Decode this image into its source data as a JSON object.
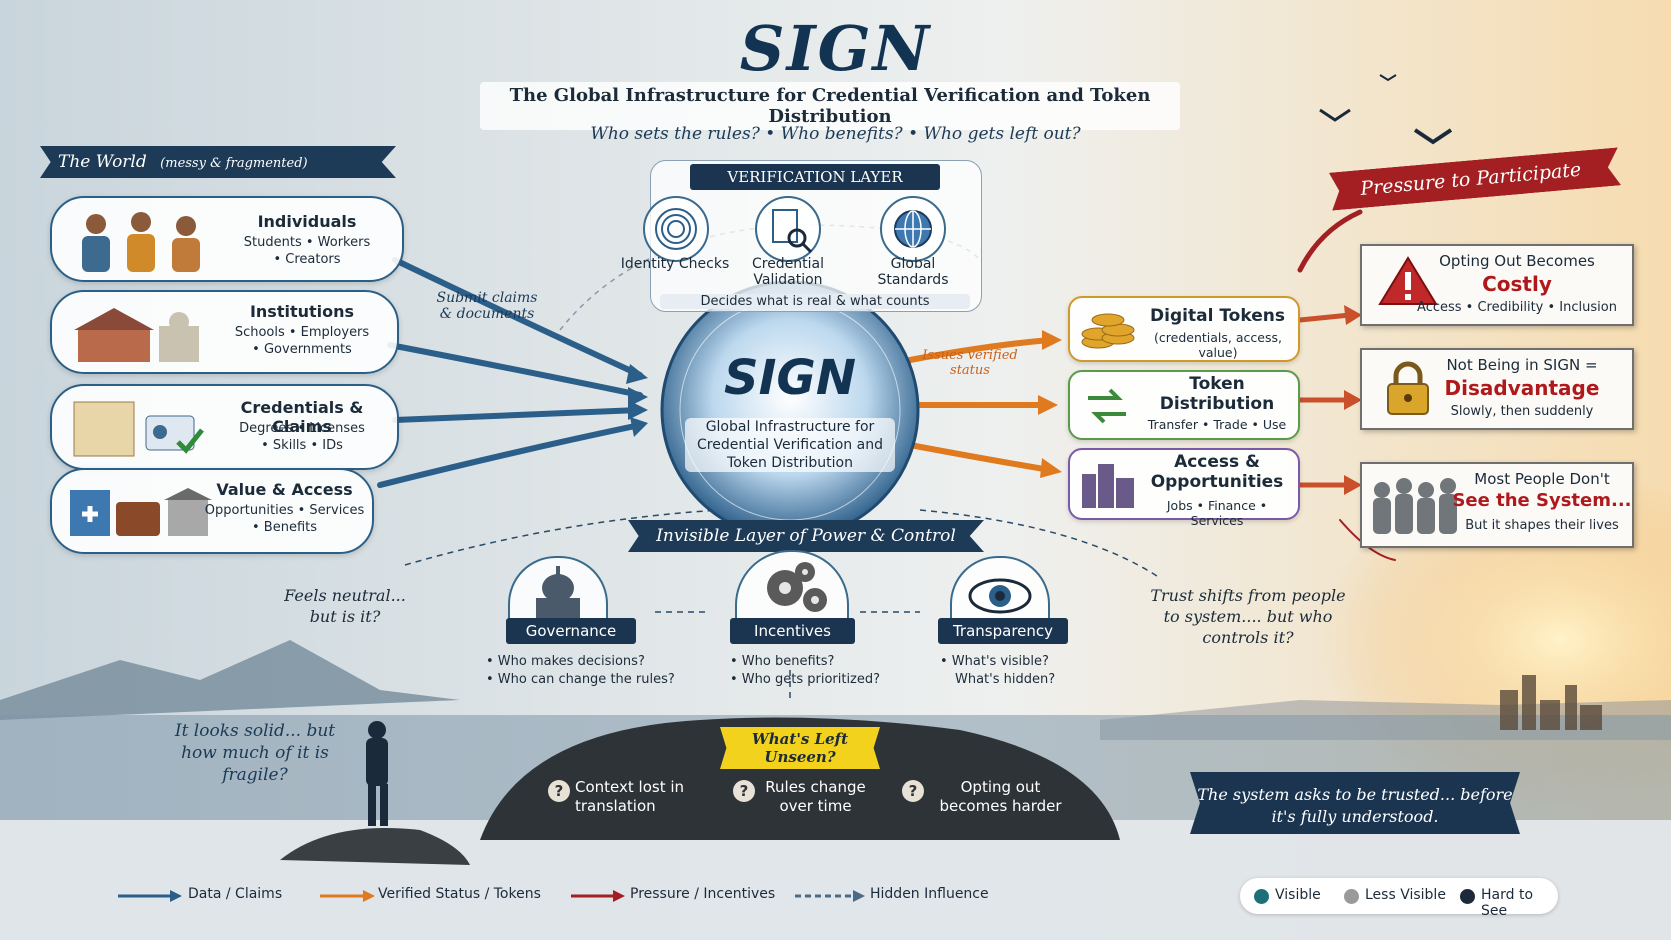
{
  "title": "SIGN",
  "subtitle": "The Global Infrastructure for Credential Verification and Token Distribution",
  "questions": "Who sets the rules? • Who benefits? • Who gets left out?",
  "world": {
    "label": "The World",
    "note": "(messy & fragmented)",
    "cards": [
      {
        "title": "Individuals",
        "lines": [
          "Students • Workers",
          "• Creators"
        ]
      },
      {
        "title": "Institutions",
        "lines": [
          "Schools • Employers",
          "• Governments"
        ]
      },
      {
        "title": "Credentials & Claims",
        "lines": [
          "Degrees • Licenses",
          "• Skills • IDs"
        ]
      },
      {
        "title": "Value & Access",
        "lines": [
          "Opportunities • Services",
          "• Benefits"
        ]
      }
    ]
  },
  "submit_note": "Submit claims & documents",
  "verification": {
    "label": "VERIFICATION LAYER",
    "items": [
      {
        "label": "Identity Checks"
      },
      {
        "label": "Credential Validation"
      },
      {
        "label": "Global Standards"
      }
    ],
    "caption": "Decides what is real & what counts"
  },
  "core": {
    "title": "SIGN",
    "text": "Global Infrastructure for Credential Verification and Token Distribution"
  },
  "issues_note": "Issues verified status",
  "outputs": [
    {
      "title": "Digital Tokens",
      "sub": "(credentials, access, value)",
      "color": "#c98a12"
    },
    {
      "title": "Token Distribution",
      "sub": "Transfer • Trade • Use",
      "color": "#4a8a3a"
    },
    {
      "title": "Access & Opportunities",
      "sub": "Jobs • Finance • Services",
      "color": "#6a4a9a"
    }
  ],
  "pressure": {
    "label": "Pressure to Participate",
    "notes": [
      {
        "line1": "Opting Out Becomes",
        "big": "Costly",
        "line2": "Access • Credibility • Inclusion"
      },
      {
        "line1": "Not Being in SIGN =",
        "big": "Disadvantage",
        "line2": "Slowly, then suddenly"
      },
      {
        "line1": "Most People Don't",
        "big": "See the System...",
        "line2": "But it shapes their lives"
      }
    ]
  },
  "power": {
    "label": "Invisible Layer of Power & Control",
    "items": [
      {
        "label": "Governance",
        "q": [
          "• Who makes decisions?",
          "• Who can change the rules?"
        ]
      },
      {
        "label": "Incentives",
        "q": [
          "• Who benefits?",
          "• Who gets prioritized?"
        ]
      },
      {
        "label": "Transparency",
        "q": [
          "• What's visible?",
          "What's hidden?"
        ]
      }
    ]
  },
  "feels_neutral": "Feels neutral... but is it?",
  "trust_shifts": "Trust shifts from people to system.... but who controls it?",
  "looks_solid": "It looks solid... but how much of it is fragile?",
  "unseen": {
    "label": "What's Left Unseen?",
    "items": [
      "Context lost in translation",
      "Rules change over time",
      "Opting out becomes harder"
    ]
  },
  "trusted_note": "The system asks to be trusted... before it's fully understood.",
  "legend": [
    {
      "label": "Data / Claims",
      "color": "#2b5f8a"
    },
    {
      "label": "Verified Status / Tokens",
      "color": "#e07a1f"
    },
    {
      "label": "Pressure / Incentives",
      "color": "#a31f22"
    },
    {
      "label": "Hidden Influence",
      "color": "#4a6a86"
    }
  ],
  "visibility": [
    {
      "label": "Visible",
      "color": "#1f6f7a"
    },
    {
      "label": "Less Visible",
      "color": "#9a9a9a"
    },
    {
      "label": "Hard to See",
      "color": "#1b2a3a"
    }
  ]
}
